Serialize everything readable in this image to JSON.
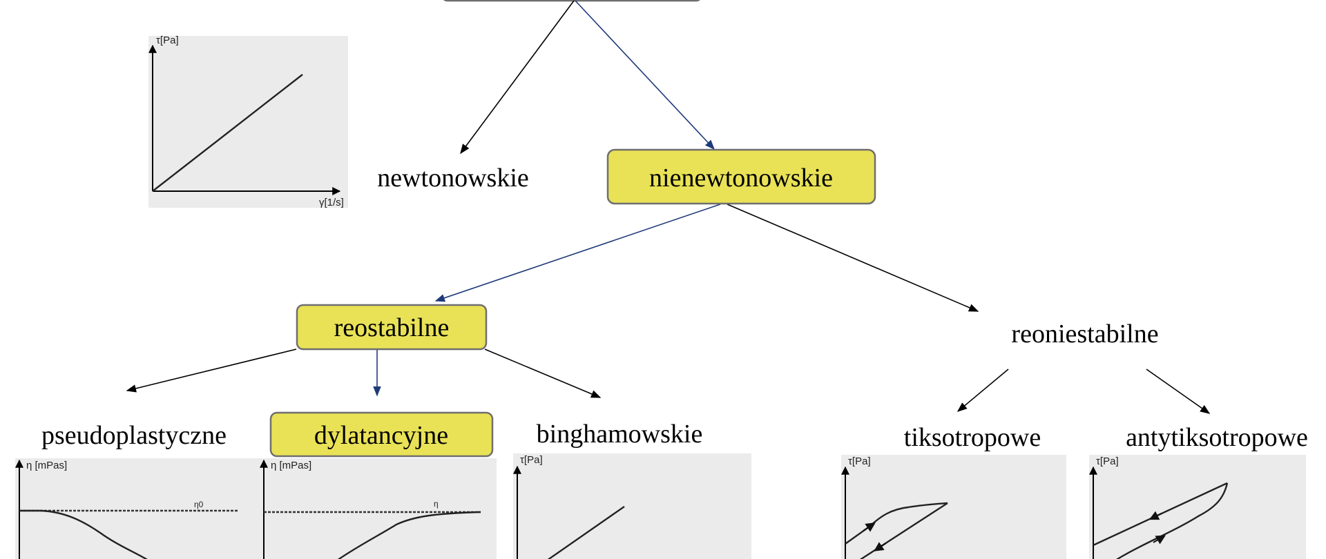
{
  "colors": {
    "highlight_box": "#e9e257",
    "box_border": "#6e6e6e",
    "edge_black": "#000000",
    "edge_highlight": "#1f3a7a",
    "chart_background": "#ebebeb"
  },
  "nodes": {
    "newtonian": "newtonowskie",
    "non_newtonian": "nienewtonowskie",
    "rheostable": "reostabilne",
    "rheounstable": "reoniestabilne",
    "pseudoplastic": "pseudoplastyczne",
    "dilatant": "dylatancyjne",
    "bingham": "binghamowskie",
    "thixotropic": "tiksotropowe",
    "antithixotropic": "antytiksotropowe"
  },
  "highlighted_path": [
    "nienewtonowskie",
    "reostabilne",
    "dylatancyjne"
  ],
  "charts": {
    "newtonian": {
      "y_label": "τ[Pa]",
      "x_label": "γ[1/s]"
    },
    "pseudoplastic": {
      "y_label": "η [mPas]",
      "ref_label": "η0"
    },
    "dilatant": {
      "y_label": "η [mPas]",
      "ref_label": "η"
    },
    "bingham": {
      "y_label": "τ[Pa]"
    },
    "thixotropic": {
      "y_label": "τ[Pa]"
    },
    "antithixotropic": {
      "y_label": "τ[Pa]"
    }
  }
}
